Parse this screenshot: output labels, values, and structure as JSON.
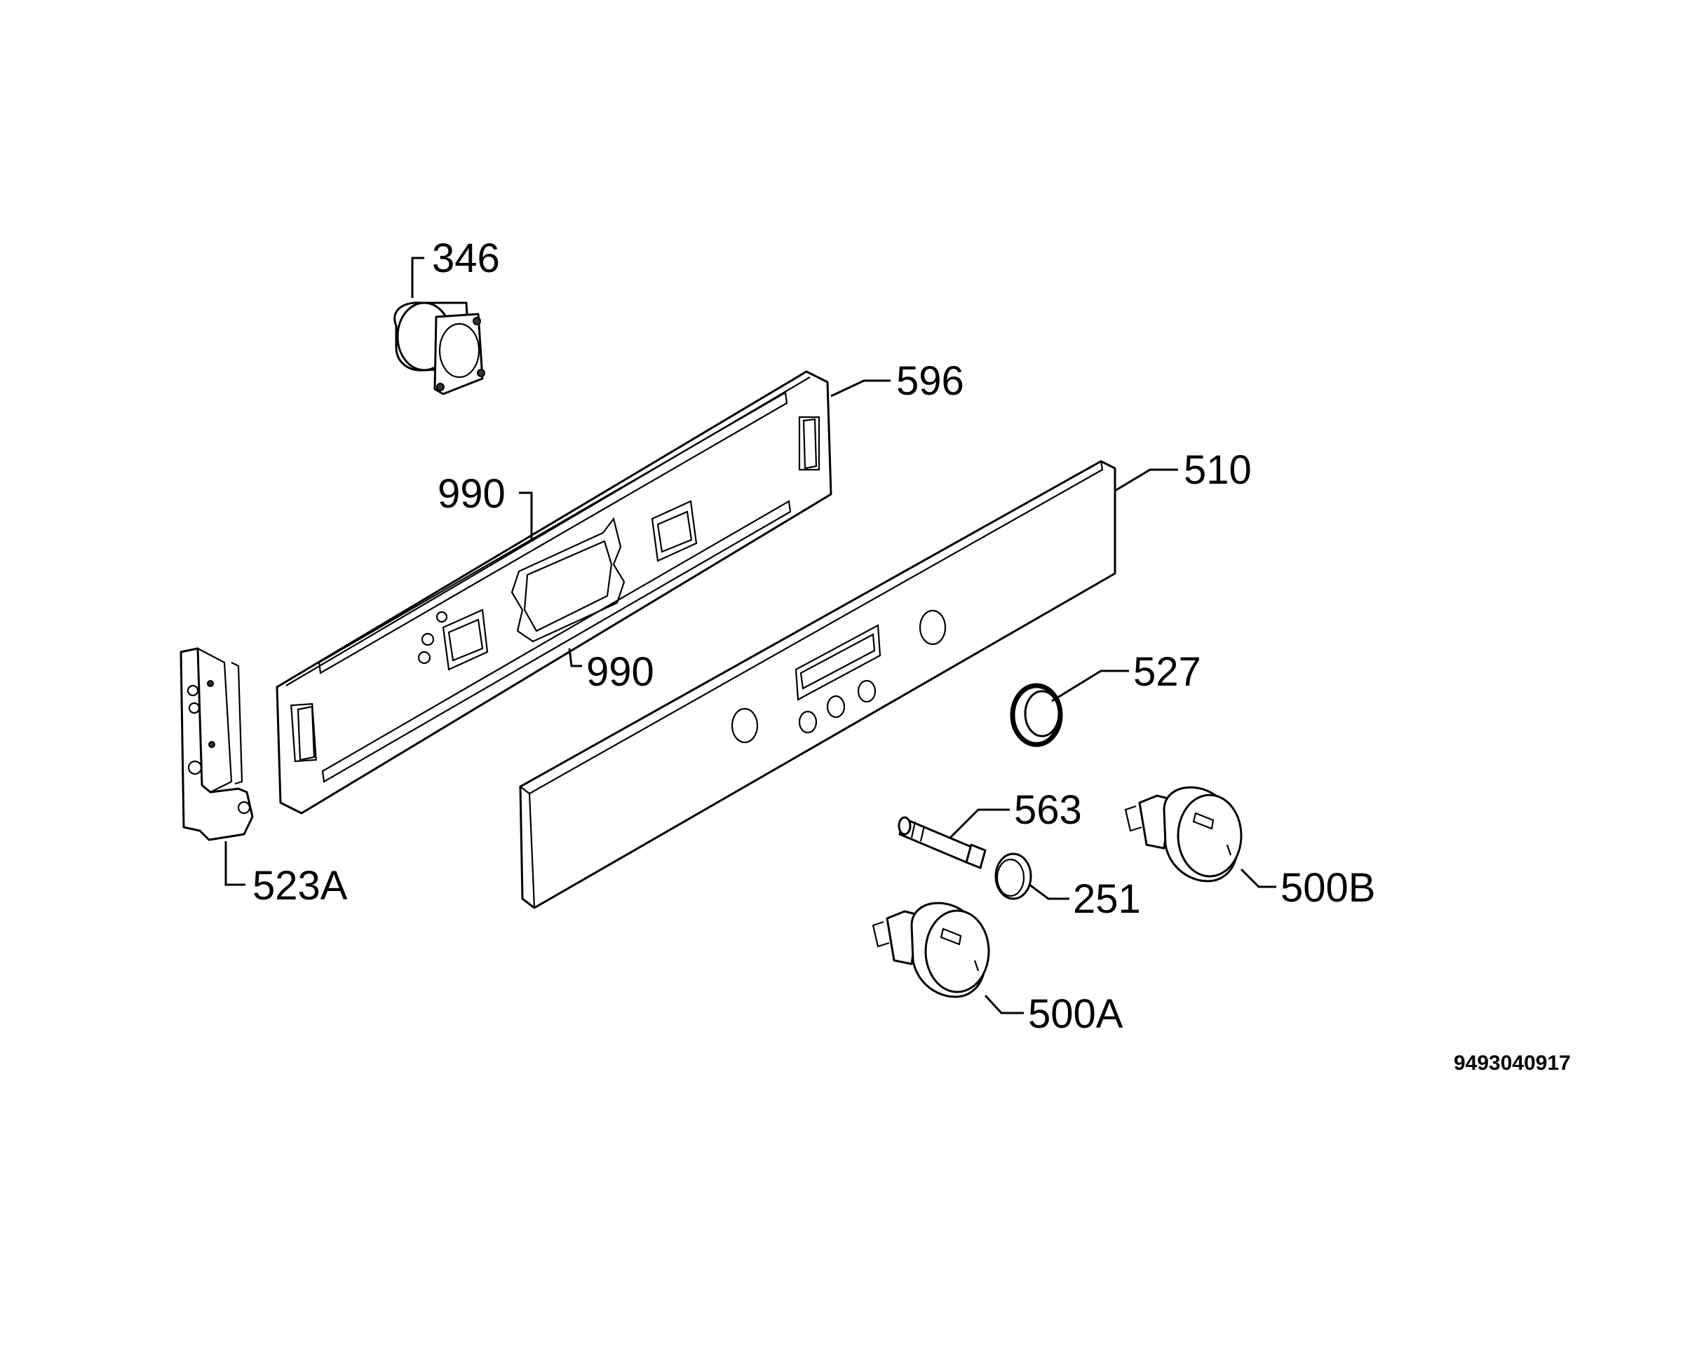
{
  "diagram": {
    "drawing_number": "9493040917",
    "callouts": [
      {
        "id": "346",
        "text": "346"
      },
      {
        "id": "596",
        "text": "596"
      },
      {
        "id": "990a",
        "text": "990"
      },
      {
        "id": "990b",
        "text": "990"
      },
      {
        "id": "510",
        "text": "510"
      },
      {
        "id": "527",
        "text": "527"
      },
      {
        "id": "563",
        "text": "563"
      },
      {
        "id": "251",
        "text": "251"
      },
      {
        "id": "500B",
        "text": "500B"
      },
      {
        "id": "500A",
        "text": "500A"
      },
      {
        "id": "523A",
        "text": "523A"
      }
    ]
  }
}
